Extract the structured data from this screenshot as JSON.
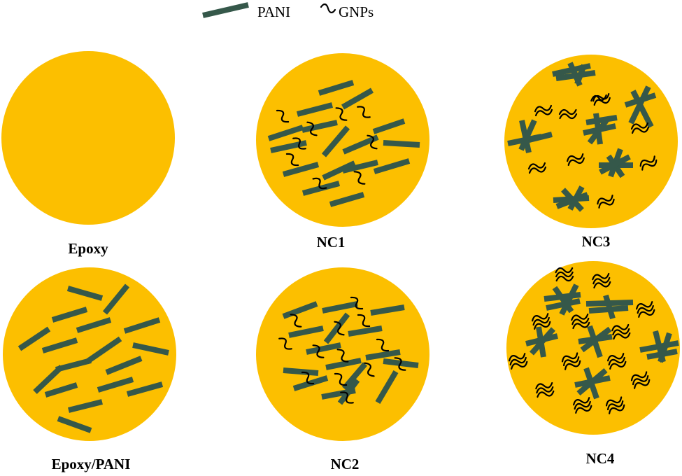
{
  "legend": {
    "pani_label": "PANI",
    "gnps_label": "GNPs"
  },
  "colors": {
    "matrix": "#fcbf00",
    "pani": "#35584a",
    "gnps": "#000000"
  },
  "panels": [
    {
      "id": "epoxy",
      "label": "Epoxy"
    },
    {
      "id": "epoxy-pani",
      "label": "Epoxy/PANI"
    },
    {
      "id": "nc1",
      "label": "NC1"
    },
    {
      "id": "nc2",
      "label": "NC2"
    },
    {
      "id": "nc3",
      "label": "NC3"
    },
    {
      "id": "nc4",
      "label": "NC4"
    }
  ]
}
